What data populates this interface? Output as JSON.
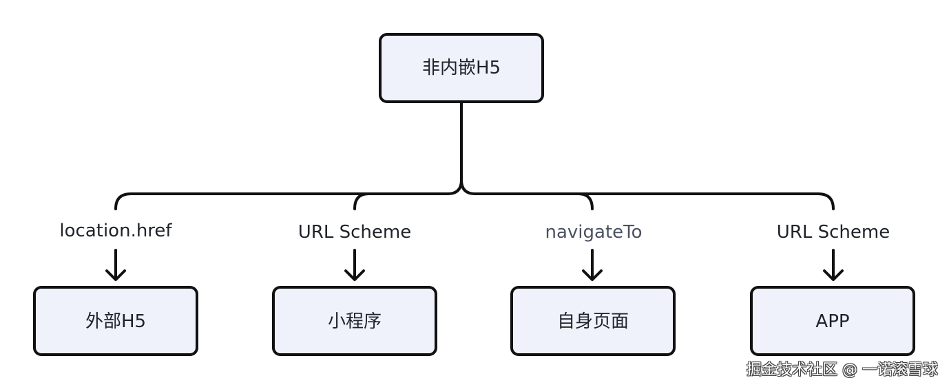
{
  "diagram": {
    "root": {
      "label": "非内嵌H5"
    },
    "branches": [
      {
        "edge_label": "location.href",
        "target": "外部H5"
      },
      {
        "edge_label": "URL Scheme",
        "target": "小程序"
      },
      {
        "edge_label": "navigateTo",
        "target": "自身页面"
      },
      {
        "edge_label": "URL Scheme",
        "target": "APP"
      }
    ]
  },
  "colors": {
    "node_fill": "#eff2fa",
    "stroke": "#111111",
    "text": "#1f2329",
    "muted_text": "#4a5161"
  },
  "watermark": "掘金技术社区 @ 一诺滚雪球"
}
